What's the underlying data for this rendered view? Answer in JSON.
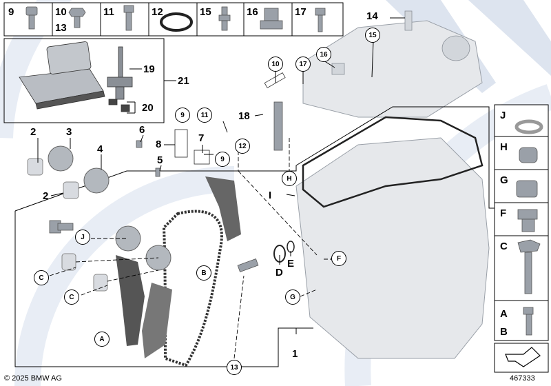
{
  "top_strip": [
    {
      "label": "9"
    },
    {
      "label": "10",
      "label2": "13"
    },
    {
      "label": "11"
    },
    {
      "label": "12"
    },
    {
      "label": "15"
    },
    {
      "label": "16"
    },
    {
      "label": "17"
    }
  ],
  "right_column": [
    "J",
    "H",
    "G",
    "F",
    "C",
    "A",
    "B"
  ],
  "callouts": {
    "n1": "1",
    "n2a": "2",
    "n2b": "2",
    "n3": "3",
    "n4": "4",
    "n5": "5",
    "n6": "6",
    "n7": "7",
    "n8": "8",
    "n9a": "9",
    "n9b": "9",
    "n10": "10",
    "n11": "11",
    "n12": "12",
    "n13": "13",
    "n14": "14",
    "n15": "15",
    "n16": "16",
    "n17": "17",
    "n18": "18",
    "n19": "19",
    "n20": "20",
    "n21": "21",
    "A": "A",
    "B": "B",
    "C1": "C",
    "C2": "C",
    "D": "D",
    "E": "E",
    "F": "F",
    "G": "G",
    "H": "H",
    "I": "I",
    "J": "J"
  },
  "footer": {
    "copyright": "© 2025 BMW AG",
    "diagram_no": "467333"
  }
}
